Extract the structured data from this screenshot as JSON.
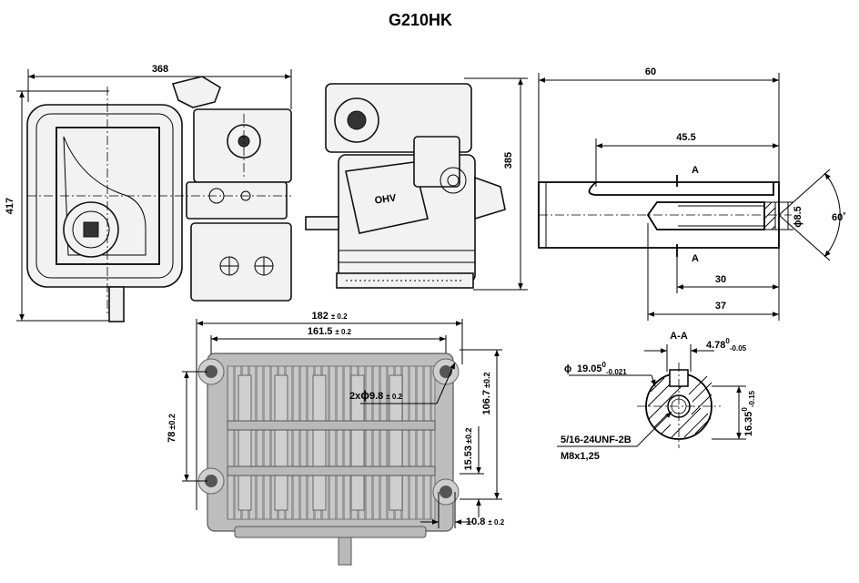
{
  "title": "G210HK",
  "front_view": {
    "width": "368",
    "height": "417"
  },
  "side_view": {
    "height": "385"
  },
  "ohv_badge": "OHV",
  "shaft_view": {
    "total_length": "60",
    "keyway_length": "45.5",
    "thread_depth": "37",
    "bore_depth": "30",
    "bore_dia": "ϕ8.5",
    "chamfer_angle": "60˚",
    "section_marker": "A"
  },
  "section_aa": {
    "label": "A-A",
    "key_width": "4.78",
    "key_width_tol": "0",
    "key_width_tol2": "-0.05",
    "shaft_dia": "19.05",
    "shaft_dia_tol": "0",
    "shaft_dia_tol2": "-0.021",
    "key_height": "16.35",
    "key_height_tol": "0",
    "key_height_tol2": "-0.15",
    "thread_imperial": "5/16-24UNF-2B",
    "thread_metric": "M8x1,25",
    "phi": "ϕ"
  },
  "base_view": {
    "outer_width": "182",
    "outer_width_tol": "± 0.2",
    "hole_spacing": "161.5",
    "hole_spacing_tol": "± 0.2",
    "hole_spec": "2x",
    "hole_dia": "9.8",
    "hole_dia_tol": "± 0.2",
    "phi": "ϕ",
    "height_78": "78",
    "height_78_tol": "±0.2",
    "height_1067": "106.7",
    "height_1067_tol": "±0.2",
    "offset_1553": "15.53",
    "offset_1553_tol": "±0.2",
    "offset_108": "10.8",
    "offset_108_tol": "± 0.2"
  }
}
